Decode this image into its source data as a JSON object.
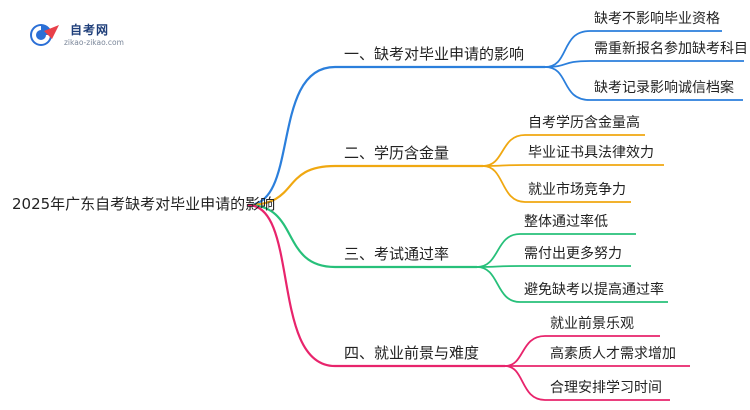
{
  "logo": {
    "title": "自考网",
    "url": "zikao-zikao.com"
  },
  "root": {
    "label": "2025年广东自考缺考对毕业申请的影响"
  },
  "branches": [
    {
      "label": "一、缺考对毕业申请的影响",
      "color": "#2b7fdc",
      "leaves": [
        "缺考不影响毕业资格",
        "需重新报名参加缺考科目",
        "缺考记录影响诚信档案"
      ]
    },
    {
      "label": "二、学历含金量",
      "color": "#f0a811",
      "leaves": [
        "自考学历含金量高",
        "毕业证书具法律效力",
        "就业市场竞争力"
      ]
    },
    {
      "label": "三、考试通过率",
      "color": "#27c07a",
      "leaves": [
        "整体通过率低",
        "需付出更多努力",
        "避免缺考以提高通过率"
      ]
    },
    {
      "label": "四、就业前景与难度",
      "color": "#e8246c",
      "leaves": [
        "就业前景乐观",
        "高素质人才需求增加",
        "合理安排学习时间"
      ]
    }
  ]
}
